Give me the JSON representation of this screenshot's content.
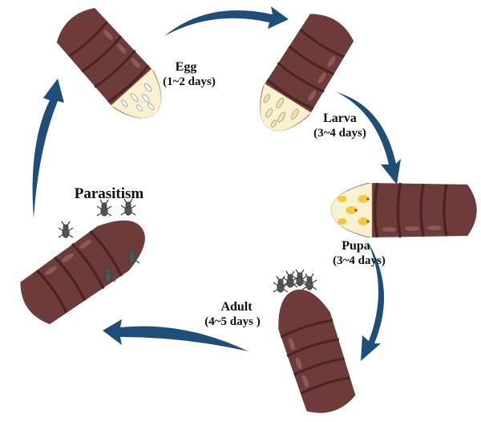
{
  "title": "Parasitoid life cycle inside host puparium",
  "stages": [
    {
      "name": "Egg",
      "duration": "(1~2 days)"
    },
    {
      "name": "Larva",
      "duration": "(3~4 days)"
    },
    {
      "name": "Pupa",
      "duration": "(3~4 days)"
    },
    {
      "name": "Adult",
      "duration": "(4~5 days )"
    }
  ],
  "parasitism_label": "Parasitism",
  "colors": {
    "arrow": "#1f4e79",
    "puparium": "#6e3b3b",
    "interior": "#f8f1d2"
  }
}
